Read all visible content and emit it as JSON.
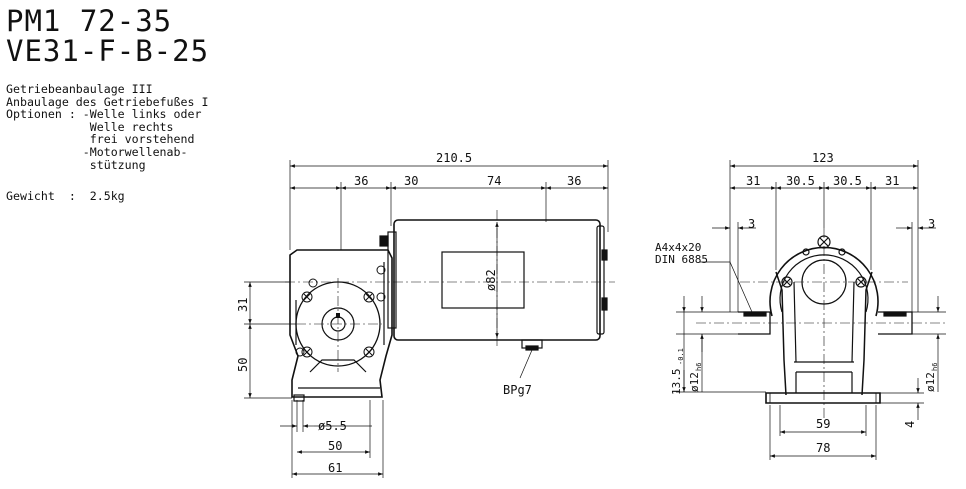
{
  "header": {
    "line1": "PM1 72-35",
    "line2": "VE31-F-B-25"
  },
  "specs": {
    "lines": [
      "Getriebeanbaulage III",
      "Anbaulage des Getriebefußes I",
      "Optionen : -Welle links oder",
      "            Welle rechts",
      "            frei vorstehend",
      "           -Motorwellenab-",
      "            stützung"
    ],
    "weight": "Gewicht  :  2.5kg"
  },
  "side_view": {
    "total_length": "210.5",
    "seg1": "36",
    "seg2": "30",
    "seg3": "74",
    "seg4": "36",
    "motor_diameter": "ø82",
    "shaft_height": "31",
    "foot_height": "50",
    "hole_dia": "ø5.5",
    "foot_inner": "50",
    "foot_outer": "61",
    "gland": "BPg7"
  },
  "front_view": {
    "total_width": "123",
    "seg1": "31",
    "seg2": "30.5",
    "seg3": "30.5",
    "seg4": "31",
    "off_left": "3",
    "off_right": "3",
    "key": "A4x4x20",
    "key_std": "DIN 6885",
    "key_height": "13.5",
    "key_height_tol": "-0.1",
    "shaft_left": "ø12",
    "shaft_left_tol": "h6",
    "shaft_right": "ø12",
    "shaft_right_tol": "h6",
    "foot_thick": "4",
    "foot_inner": "59",
    "foot_outer": "78"
  }
}
